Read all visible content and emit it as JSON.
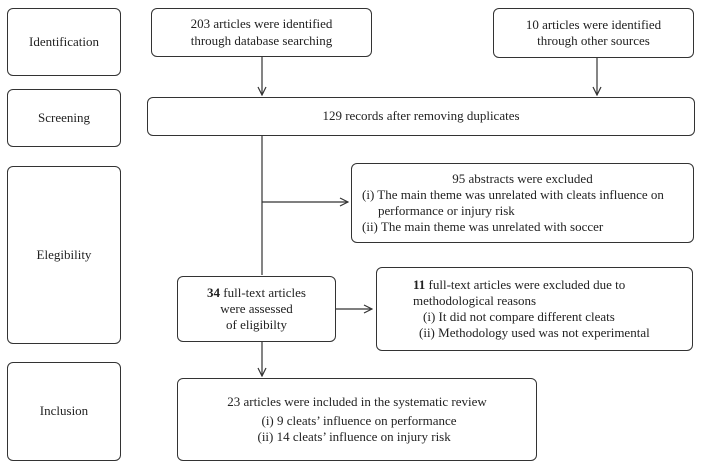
{
  "stages": {
    "identification": "Identification",
    "screening": "Screening",
    "eligibility": "Elegibility",
    "inclusion": "Inclusion"
  },
  "identified_db": [
    "203 articles were identified",
    "through database searching"
  ],
  "identified_other": [
    "10 articles were identified",
    "through other sources"
  ],
  "screened": "129 records after removing duplicates",
  "abstracts_excluded": {
    "title": "95 abstracts were excluded",
    "items": [
      "(i) The main theme was unrelated with cleats influence on performance or injury risk",
      "(ii) The main theme was unrelated with soccer"
    ]
  },
  "fulltext_assessed": {
    "count": "34",
    "text": " full-text articles",
    "line2": "were assessed",
    "line3": "of eligibilty"
  },
  "fulltext_excluded": {
    "count": "11",
    "text": " full-text articles were excluded due to",
    "line2": "methodological reasons",
    "items": [
      "(i) It did not compare different cleats",
      "(ii) Methodology used was not experimental"
    ]
  },
  "included": {
    "title": "23 articles were included in the systematic review",
    "items": [
      "(i) 9 cleats’ influence on performance",
      "(ii) 14 cleats’ influence on injury risk"
    ]
  }
}
